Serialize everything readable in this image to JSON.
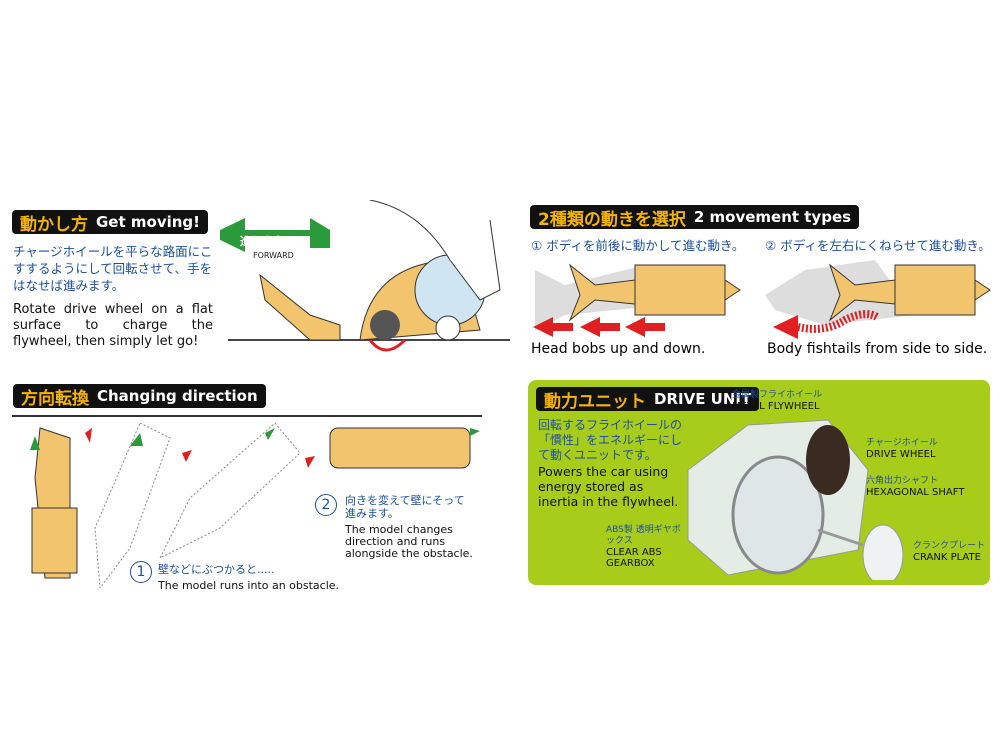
{
  "get_moving": {
    "title_jp": "動かし方",
    "title_en": "Get moving!",
    "text_jp": "チャージホイールを平らな路面にこすするようにして回転させて、手をはなせば進みます。",
    "text_en": "Rotate drive wheel on a flat surface to charge the flywheel, then simply let go!",
    "forward_jp": "進行方向",
    "forward_en": "FORWARD"
  },
  "movement": {
    "title_jp": "2種類の動きを選択",
    "title_en": "2 movement types",
    "types": [
      {
        "num": "①",
        "jp": "ボディを前後に動かして進む動き。",
        "en": "Head bobs up and down."
      },
      {
        "num": "②",
        "jp": "ボディを左右にくねらせて進む動き。",
        "en": "Body fishtails from side to side."
      }
    ]
  },
  "direction": {
    "title_jp": "方向転換",
    "title_en": "Changing direction",
    "steps": [
      {
        "num": "1",
        "jp": "壁などにぶつかると.....",
        "en": "The model runs into an obstacle."
      },
      {
        "num": "2",
        "jp": "向きを変えて壁にそって進みます。",
        "en": "The model changes direction and runs alongside the obstacle."
      }
    ]
  },
  "drive_unit": {
    "title_jp": "動力ユニット",
    "title_en": "DRIVE UNIT",
    "text_jp": "回転するフライホイールの「慣性」をエネルギーにして動くユニットです。",
    "text_en": "Powers the car using energy stored as inertia in the flywheel.",
    "bg_color": "#a8cc1a",
    "labels": [
      {
        "jp": "金属製フライホイール",
        "en": "METAL FLYWHEEL"
      },
      {
        "jp": "チャージホイール",
        "en": "DRIVE WHEEL"
      },
      {
        "jp": "六角出力シャフト",
        "en": "HEXAGONAL SHAFT"
      },
      {
        "jp": "クランクプレート",
        "en": "CRANK PLATE"
      },
      {
        "jp": "ABS製 透明ギヤボックス",
        "en": "CLEAR ABS GEARBOX"
      }
    ]
  }
}
